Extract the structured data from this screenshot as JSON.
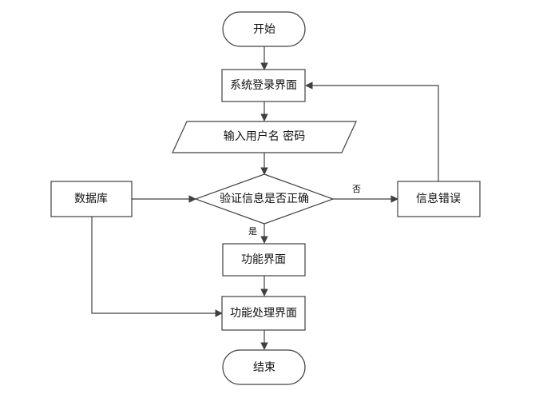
{
  "nodes": {
    "start": "开始",
    "login": "系统登录界面",
    "input": "输入用户名 密码",
    "verify": "验证信息是否正确",
    "database": "数据库",
    "error": "信息错误",
    "function": "功能界面",
    "process": "功能处理界面",
    "end": "结束"
  },
  "edge_labels": {
    "no": "否",
    "yes": "是"
  },
  "colors": {
    "stroke": "#404040",
    "fill": "#ffffff",
    "text": "#111111"
  }
}
